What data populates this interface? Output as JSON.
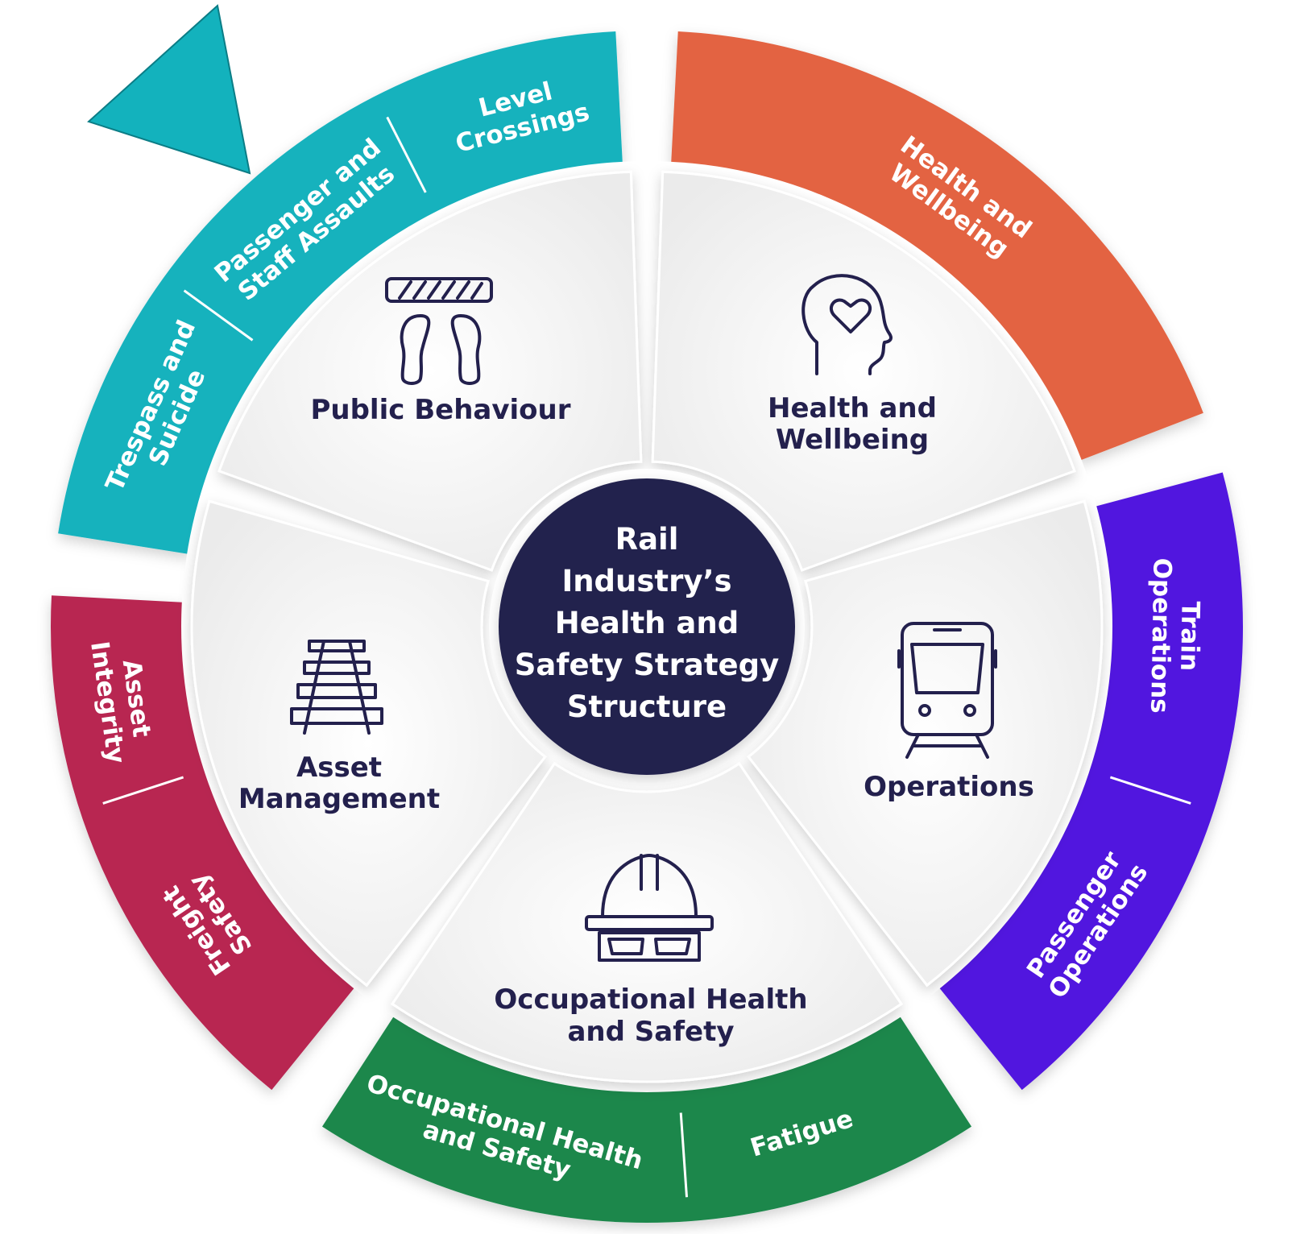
{
  "title": {
    "line1": "Rail",
    "line2": "Industry’s",
    "line3": "Health and",
    "line4": "Safety Strategy",
    "line5": "Structure",
    "color": "#23204d"
  },
  "segments": [
    {
      "key": "public_behaviour",
      "line1": "Public Behaviour",
      "line2": "",
      "icon": "footprints-icon",
      "color": "#13b2bd",
      "subs": [
        "Trespass and Suicide",
        "Passenger and Staff Assaults",
        "Level Crossings"
      ]
    },
    {
      "key": "health_wellbeing",
      "line1": "Health and",
      "line2": "Wellbeing",
      "icon": "head-heart-icon",
      "color": "#e36443",
      "subs": [
        "Health and Wellbeing"
      ]
    },
    {
      "key": "operations",
      "line1": "Operations",
      "line2": "",
      "icon": "train-icon",
      "color": "#5116df",
      "subs": [
        "Train Operations",
        "Passenger Operations"
      ]
    },
    {
      "key": "occupational",
      "line1": "Occupational Health",
      "line2": "and Safety",
      "icon": "hardhat-goggles-icon",
      "color": "#1b874c",
      "subs": [
        "Fatigue",
        "Occupational Health and Safety"
      ]
    },
    {
      "key": "asset_management",
      "line1": "Asset",
      "line2": "Management",
      "icon": "railway-track-icon",
      "color": "#b82551",
      "subs": [
        "Freight Safety",
        "Asset Integrity"
      ]
    }
  ],
  "outer_labels": {
    "trespass": [
      "Trespass and",
      "Suicide"
    ],
    "assaults": [
      "Passenger and",
      "Staff Assaults"
    ],
    "level": [
      "Level",
      "Crossings"
    ],
    "health": [
      "Health and",
      "Wellbeing"
    ],
    "train": [
      "Train",
      "Operations"
    ],
    "passenger": [
      "Passenger",
      "Operations"
    ],
    "fatigue": [
      "Fatigue"
    ],
    "ohs": [
      "Occupational Health",
      "and Safety"
    ],
    "freight": [
      "Freight",
      "Safety"
    ],
    "asset": [
      "Asset",
      "Integrity"
    ]
  },
  "decoration": {
    "triangle_color": "#13b2bd"
  }
}
